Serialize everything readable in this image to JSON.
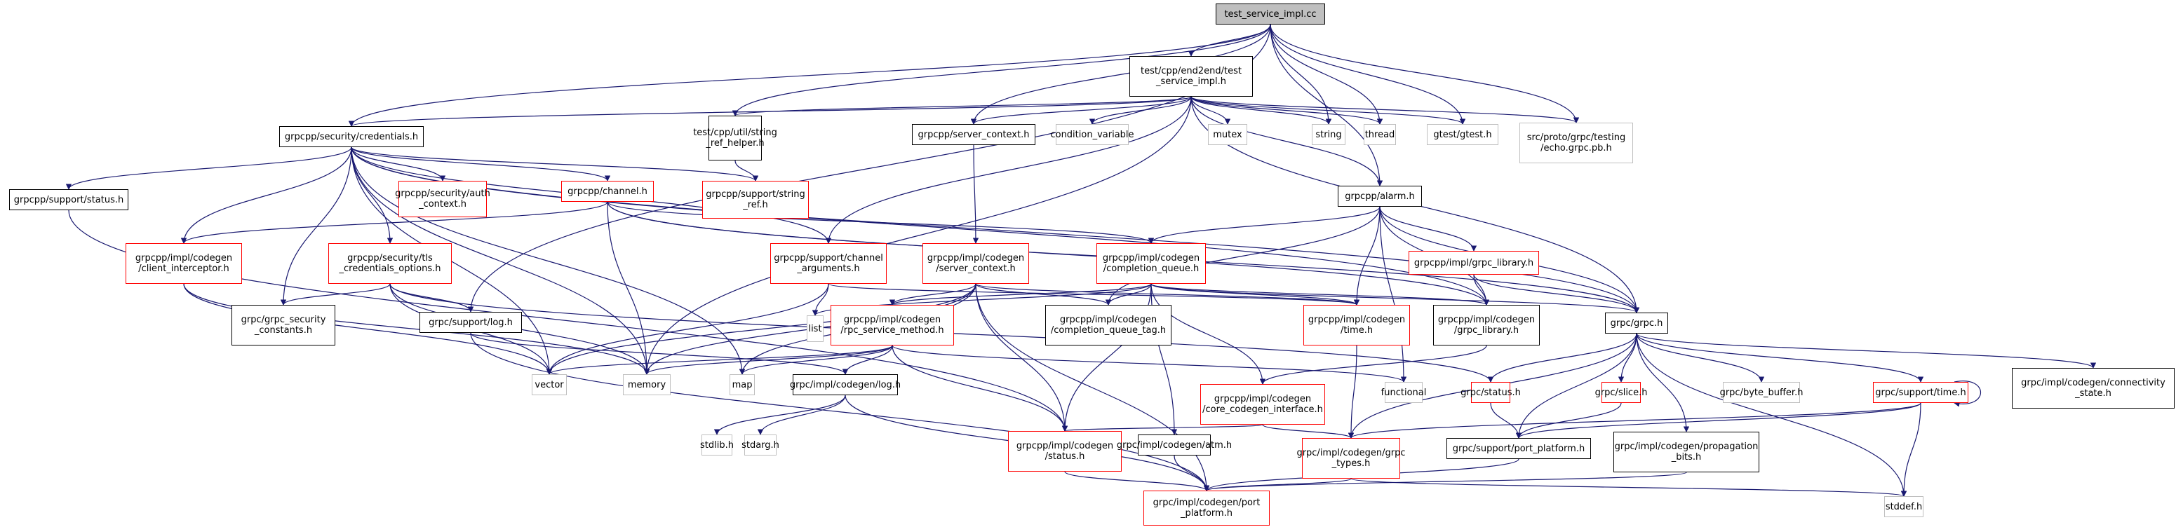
{
  "diagram": {
    "title": "test_service_impl.cc",
    "type": "include-dependency-graph",
    "colors": {
      "edge": "#191970",
      "root_fill": "#bfbfbf",
      "normal_border": "#000000",
      "truncated_border": "#ff0000",
      "external_border": "#bfbfbf"
    },
    "nodes": [
      {
        "id": "root",
        "label": "test_service_impl.cc",
        "kind": "root"
      },
      {
        "id": "test_service_impl_h",
        "label": "test/cpp/end2end/test\n_service_impl.h",
        "kind": "normal"
      },
      {
        "id": "credentials",
        "label": "grpcpp/security/credentials.h",
        "kind": "normal"
      },
      {
        "id": "string_ref_helper",
        "label": "test/cpp/util/string\n_ref_helper.h",
        "kind": "normal"
      },
      {
        "id": "server_context",
        "label": "grpcpp/server_context.h",
        "kind": "normal"
      },
      {
        "id": "condition_variable",
        "label": "condition_variable",
        "kind": "external"
      },
      {
        "id": "mutex",
        "label": "mutex",
        "kind": "external"
      },
      {
        "id": "string",
        "label": "string",
        "kind": "external"
      },
      {
        "id": "thread",
        "label": "thread",
        "kind": "external"
      },
      {
        "id": "gtest",
        "label": "gtest/gtest.h",
        "kind": "external"
      },
      {
        "id": "echo_grpc",
        "label": "src/proto/grpc/testing\n/echo.grpc.pb.h",
        "kind": "external"
      },
      {
        "id": "support_status",
        "label": "grpcpp/support/status.h",
        "kind": "normal"
      },
      {
        "id": "auth_context",
        "label": "grpcpp/security/auth\n_context.h",
        "kind": "truncated"
      },
      {
        "id": "channel",
        "label": "grpcpp/channel.h",
        "kind": "truncated"
      },
      {
        "id": "string_ref",
        "label": "grpcpp/support/string\n_ref.h",
        "kind": "truncated"
      },
      {
        "id": "alarm",
        "label": "grpcpp/alarm.h",
        "kind": "normal"
      },
      {
        "id": "client_interceptor",
        "label": "grpcpp/impl/codegen\n/client_interceptor.h",
        "kind": "truncated"
      },
      {
        "id": "tls_credentials",
        "label": "grpcpp/security/tls\n_credentials_options.h",
        "kind": "truncated"
      },
      {
        "id": "channel_arguments",
        "label": "grpcpp/support/channel\n_arguments.h",
        "kind": "truncated"
      },
      {
        "id": "codegen_server_context",
        "label": "grpcpp/impl/codegen\n/server_context.h",
        "kind": "truncated"
      },
      {
        "id": "completion_queue",
        "label": "grpcpp/impl/codegen\n/completion_queue.h",
        "kind": "truncated"
      },
      {
        "id": "grpc_library_impl",
        "label": "grpcpp/impl/grpc_library.h",
        "kind": "truncated"
      },
      {
        "id": "security_constants",
        "label": "grpc/grpc_security\n_constants.h",
        "kind": "normal"
      },
      {
        "id": "support_log",
        "label": "grpc/support/log.h",
        "kind": "normal"
      },
      {
        "id": "list",
        "label": "list",
        "kind": "external"
      },
      {
        "id": "rpc_service_method",
        "label": "grpcpp/impl/codegen\n/rpc_service_method.h",
        "kind": "truncated"
      },
      {
        "id": "completion_queue_tag",
        "label": "grpcpp/impl/codegen\n/completion_queue_tag.h",
        "kind": "normal"
      },
      {
        "id": "codegen_time",
        "label": "grpcpp/impl/codegen\n/time.h",
        "kind": "truncated"
      },
      {
        "id": "codegen_grpc_library",
        "label": "grpcpp/impl/codegen\n/grpc_library.h",
        "kind": "normal"
      },
      {
        "id": "grpc_h",
        "label": "grpc/grpc.h",
        "kind": "normal"
      },
      {
        "id": "vector",
        "label": "vector",
        "kind": "external"
      },
      {
        "id": "memory",
        "label": "memory",
        "kind": "external"
      },
      {
        "id": "map",
        "label": "map",
        "kind": "external"
      },
      {
        "id": "codegen_log",
        "label": "grpc/impl/codegen/log.h",
        "kind": "normal"
      },
      {
        "id": "core_codegen_interface",
        "label": "grpcpp/impl/codegen\n/core_codegen_interface.h",
        "kind": "truncated"
      },
      {
        "id": "functional",
        "label": "functional",
        "kind": "external"
      },
      {
        "id": "grpc_status",
        "label": "grpc/status.h",
        "kind": "truncated"
      },
      {
        "id": "slice",
        "label": "grpc/slice.h",
        "kind": "truncated"
      },
      {
        "id": "byte_buffer",
        "label": "grpc/byte_buffer.h",
        "kind": "external"
      },
      {
        "id": "support_time",
        "label": "grpc/support/time.h",
        "kind": "truncated"
      },
      {
        "id": "connectivity_state",
        "label": "grpc/impl/codegen/connectivity\n_state.h",
        "kind": "normal"
      },
      {
        "id": "stdlib",
        "label": "stdlib.h",
        "kind": "external"
      },
      {
        "id": "stdarg",
        "label": "stdarg.h",
        "kind": "external"
      },
      {
        "id": "codegen_status",
        "label": "grpcpp/impl/codegen\n/status.h",
        "kind": "truncated"
      },
      {
        "id": "atm",
        "label": "grpc/impl/codegen/atm.h",
        "kind": "normal"
      },
      {
        "id": "grpc_types",
        "label": "grpc/impl/codegen/grpc\n_types.h",
        "kind": "truncated"
      },
      {
        "id": "port_platform_support",
        "label": "grpc/support/port_platform.h",
        "kind": "normal"
      },
      {
        "id": "propagation_bits",
        "label": "grpc/impl/codegen/propagation\n_bits.h",
        "kind": "normal"
      },
      {
        "id": "port_platform_codegen",
        "label": "grpc/impl/codegen/port\n_platform.h",
        "kind": "truncated"
      },
      {
        "id": "stddef",
        "label": "stddef.h",
        "kind": "external"
      }
    ],
    "edges": [
      [
        "root",
        "test_service_impl_h"
      ],
      [
        "root",
        "credentials"
      ],
      [
        "root",
        "string_ref_helper"
      ],
      [
        "root",
        "server_context"
      ],
      [
        "root",
        "string"
      ],
      [
        "root",
        "thread"
      ],
      [
        "root",
        "gtest"
      ],
      [
        "root",
        "echo_grpc"
      ],
      [
        "root",
        "alarm"
      ],
      [
        "root",
        "support_log"
      ],
      [
        "test_service_impl_h",
        "credentials"
      ],
      [
        "test_service_impl_h",
        "string_ref_helper"
      ],
      [
        "test_service_impl_h",
        "server_context"
      ],
      [
        "test_service_impl_h",
        "condition_variable"
      ],
      [
        "test_service_impl_h",
        "mutex"
      ],
      [
        "test_service_impl_h",
        "string"
      ],
      [
        "test_service_impl_h",
        "thread"
      ],
      [
        "test_service_impl_h",
        "gtest"
      ],
      [
        "test_service_impl_h",
        "echo_grpc"
      ],
      [
        "test_service_impl_h",
        "alarm"
      ],
      [
        "test_service_impl_h",
        "memory"
      ],
      [
        "test_service_impl_h",
        "grpc_h"
      ],
      [
        "test_service_impl_h",
        "channel_arguments"
      ],
      [
        "credentials",
        "support_status"
      ],
      [
        "credentials",
        "auth_context"
      ],
      [
        "credentials",
        "channel"
      ],
      [
        "credentials",
        "string_ref"
      ],
      [
        "credentials",
        "client_interceptor"
      ],
      [
        "credentials",
        "tls_credentials"
      ],
      [
        "credentials",
        "security_constants"
      ],
      [
        "credentials",
        "channel_arguments"
      ],
      [
        "credentials",
        "vector"
      ],
      [
        "credentials",
        "memory"
      ],
      [
        "credentials",
        "map"
      ],
      [
        "credentials",
        "grpc_h"
      ],
      [
        "credentials",
        "codegen_grpc_library"
      ],
      [
        "string_ref_helper",
        "string_ref"
      ],
      [
        "server_context",
        "codegen_server_context"
      ],
      [
        "support_status",
        "codegen_status"
      ],
      [
        "channel",
        "client_interceptor"
      ],
      [
        "channel",
        "memory"
      ],
      [
        "channel",
        "completion_queue"
      ],
      [
        "channel",
        "codegen_grpc_library"
      ],
      [
        "channel",
        "grpc_h"
      ],
      [
        "alarm",
        "completion_queue"
      ],
      [
        "alarm",
        "completion_queue_tag"
      ],
      [
        "alarm",
        "codegen_time"
      ],
      [
        "alarm",
        "grpc_library_impl"
      ],
      [
        "alarm",
        "codegen_grpc_library"
      ],
      [
        "alarm",
        "grpc_h"
      ],
      [
        "alarm",
        "functional"
      ],
      [
        "grpc_library_impl",
        "codegen_grpc_library"
      ],
      [
        "grpc_library_impl",
        "grpc_h"
      ],
      [
        "client_interceptor",
        "vector"
      ],
      [
        "client_interceptor",
        "memory"
      ],
      [
        "tls_credentials",
        "security_constants"
      ],
      [
        "tls_credentials",
        "support_log"
      ],
      [
        "tls_credentials",
        "vector"
      ],
      [
        "tls_credentials",
        "memory"
      ],
      [
        "tls_credentials",
        "grpc_status"
      ],
      [
        "channel_arguments",
        "list"
      ],
      [
        "channel_arguments",
        "vector"
      ],
      [
        "channel_arguments",
        "codegen_time"
      ],
      [
        "codegen_server_context",
        "rpc_service_method"
      ],
      [
        "codegen_server_context",
        "completion_queue_tag"
      ],
      [
        "codegen_server_context",
        "vector"
      ],
      [
        "codegen_server_context",
        "memory"
      ],
      [
        "codegen_server_context",
        "map"
      ],
      [
        "codegen_server_context",
        "codegen_status"
      ],
      [
        "codegen_server_context",
        "port_platform_codegen"
      ],
      [
        "codegen_server_context",
        "codegen_time"
      ],
      [
        "completion_queue",
        "completion_queue_tag"
      ],
      [
        "completion_queue",
        "rpc_service_method"
      ],
      [
        "completion_queue",
        "list"
      ],
      [
        "completion_queue",
        "codegen_time"
      ],
      [
        "completion_queue",
        "codegen_grpc_library"
      ],
      [
        "completion_queue",
        "core_codegen_interface"
      ],
      [
        "completion_queue",
        "codegen_status"
      ],
      [
        "completion_queue",
        "atm"
      ],
      [
        "completion_queue",
        "grpc_h"
      ],
      [
        "support_log",
        "codegen_log"
      ],
      [
        "support_log",
        "port_platform_codegen"
      ],
      [
        "rpc_service_method",
        "vector"
      ],
      [
        "rpc_service_method",
        "memory"
      ],
      [
        "rpc_service_method",
        "map"
      ],
      [
        "rpc_service_method",
        "codegen_log"
      ],
      [
        "rpc_service_method",
        "codegen_status"
      ],
      [
        "rpc_service_method",
        "functional"
      ],
      [
        "codegen_time",
        "grpc_types"
      ],
      [
        "codegen_grpc_library",
        "core_codegen_interface"
      ],
      [
        "grpc_h",
        "grpc_status"
      ],
      [
        "grpc_h",
        "slice"
      ],
      [
        "grpc_h",
        "byte_buffer"
      ],
      [
        "grpc_h",
        "support_time"
      ],
      [
        "grpc_h",
        "connectivity_state"
      ],
      [
        "grpc_h",
        "port_platform_support"
      ],
      [
        "grpc_h",
        "propagation_bits"
      ],
      [
        "grpc_h",
        "grpc_types"
      ],
      [
        "grpc_h",
        "stddef"
      ],
      [
        "codegen_log",
        "stdlib"
      ],
      [
        "codegen_log",
        "stdarg"
      ],
      [
        "codegen_log",
        "port_platform_codegen"
      ],
      [
        "core_codegen_interface",
        "codegen_status"
      ],
      [
        "core_codegen_interface",
        "grpc_types"
      ],
      [
        "grpc_status",
        "port_platform_support"
      ],
      [
        "slice",
        "port_platform_support"
      ],
      [
        "support_time",
        "support_time"
      ],
      [
        "support_time",
        "port_platform_support"
      ],
      [
        "support_time",
        "stddef"
      ],
      [
        "support_time",
        "grpc_types"
      ],
      [
        "codegen_status",
        "port_platform_codegen"
      ],
      [
        "atm",
        "port_platform_codegen"
      ],
      [
        "grpc_types",
        "port_platform_codegen"
      ],
      [
        "grpc_types",
        "stddef"
      ],
      [
        "port_platform_support",
        "port_platform_codegen"
      ],
      [
        "propagation_bits",
        "port_platform_codegen"
      ]
    ]
  }
}
